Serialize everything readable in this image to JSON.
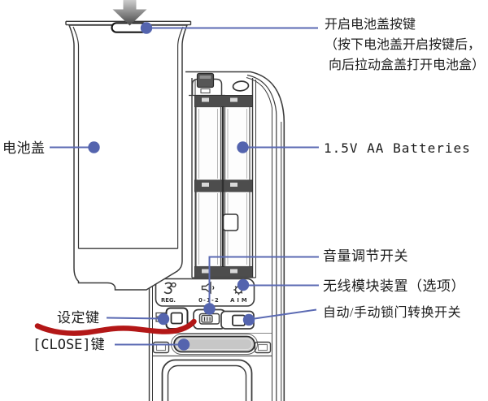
{
  "colors": {
    "leader_line": "#5b6ab3",
    "leader_dot": "#5464ae",
    "annotation_red": "#b31717",
    "outline": "#3d3d3d",
    "close_pill_fill": "#c7c7c7"
  },
  "callouts": {
    "open_button": {
      "lines": [
        "开启电池盖按键",
        "（按下电池盖开启按键后，",
        "向后拉动盒盖打开电池盒）"
      ]
    },
    "battery_cover": {
      "label": "电池盖"
    },
    "batteries": {
      "label": "1.5V AA Batteries"
    },
    "volume_switch": {
      "label": "音量调节开关"
    },
    "wireless_module": {
      "label": "无线模块装置（选项）"
    },
    "auto_manual_switch": {
      "label": "自动/手动锁门转换开关"
    },
    "set_key": {
      "label": "设定键"
    },
    "close_key": {
      "label": "[CLOSE]键"
    }
  },
  "panel_markings": {
    "reg": "REG.",
    "volume_levels": "0-1-2",
    "aim": "A I M"
  },
  "icons": {
    "top_arrow": "down-arrow-icon",
    "reg": "key-icon",
    "volume": "speaker-icon",
    "aim": "gear-icon"
  }
}
